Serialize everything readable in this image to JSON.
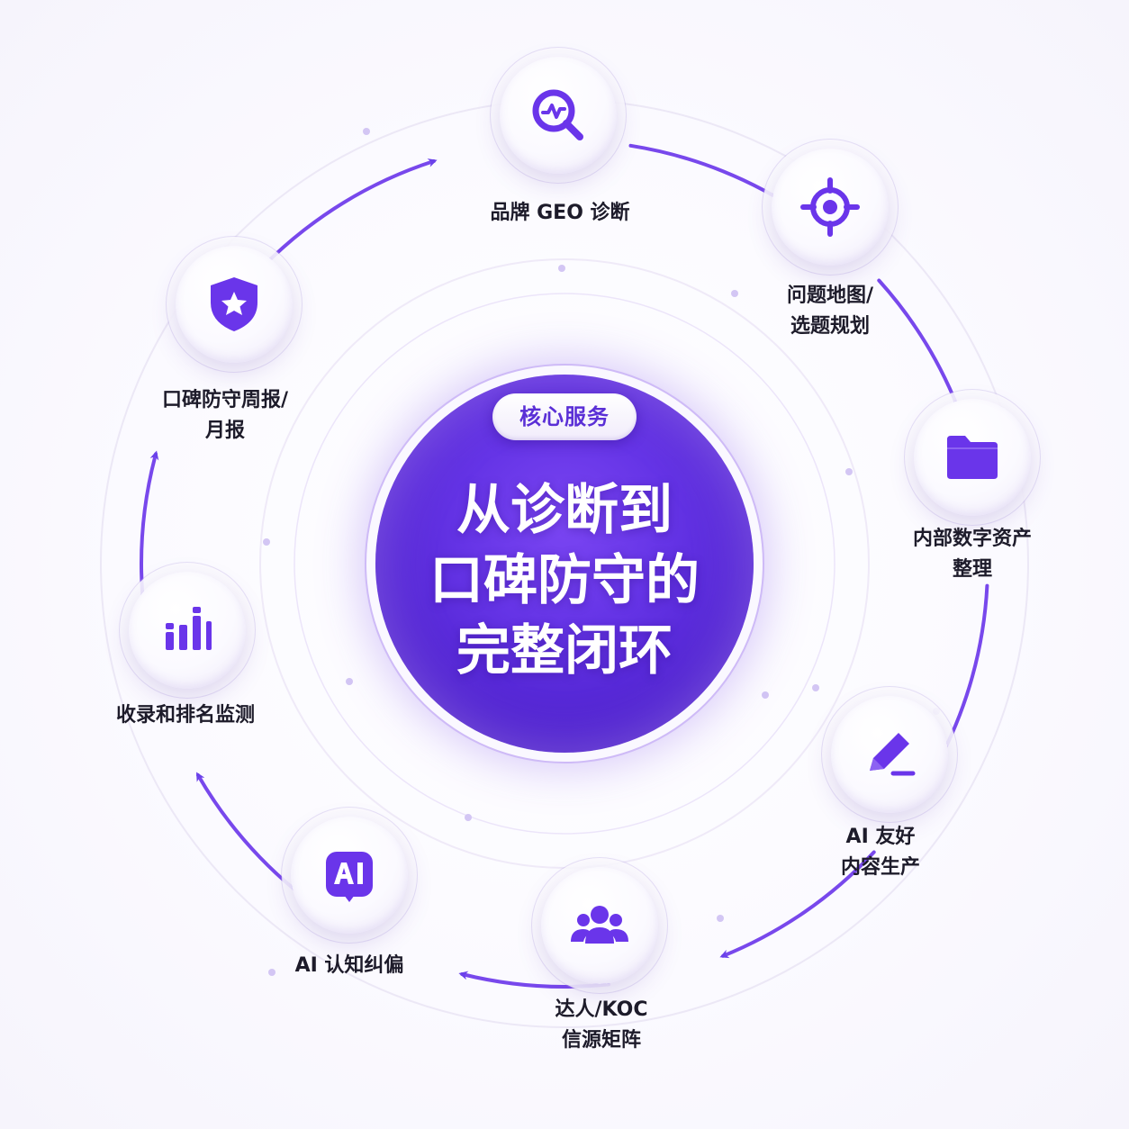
{
  "center": {
    "badge": "核心服务",
    "title_lines": [
      "从诊断到",
      "口碑防守的",
      "完整闭环"
    ]
  },
  "steps": [
    {
      "icon": "search-chart-icon",
      "lines": [
        "品牌 GEO 诊断"
      ]
    },
    {
      "icon": "target-icon",
      "lines": [
        "问题地图/",
        "选题规划"
      ]
    },
    {
      "icon": "folder-icon",
      "lines": [
        "内部数字资产",
        "整理"
      ]
    },
    {
      "icon": "pencil-icon",
      "lines": [
        "AI 友好",
        "内容生产"
      ]
    },
    {
      "icon": "users-icon",
      "lines": [
        "达人/KOC",
        "信源矩阵"
      ]
    },
    {
      "icon": "ai-chip-icon",
      "lines": [
        "AI 认知纠偏"
      ]
    },
    {
      "icon": "bar-chart-icon",
      "lines": [
        "收录和排名监测"
      ]
    },
    {
      "icon": "shield-star-icon",
      "lines": [
        "口碑防守周报/",
        "月报"
      ]
    }
  ],
  "colors": {
    "accent": "#6a35ea",
    "accent_dark": "#4a1fcc",
    "text": "#1d1b2a"
  }
}
